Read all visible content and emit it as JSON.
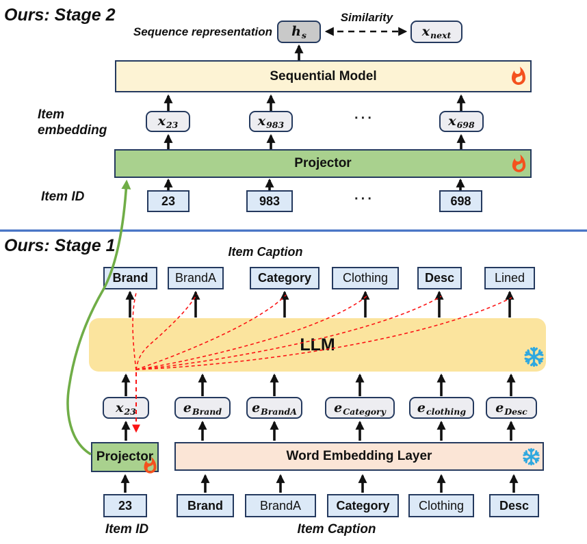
{
  "stage2": {
    "title": "Ours: Stage 2",
    "sequence_representation_label": "Sequence representation",
    "similarity_label": "Similarity",
    "hs": {
      "base": "h",
      "sub": "s"
    },
    "xnext": {
      "base": "x",
      "sub": "next"
    },
    "sequential_model": "Sequential Model",
    "projector": "Projector",
    "item_embedding_label_line1": "Item",
    "item_embedding_label_line2": "embedding",
    "item_id_label": "Item ID",
    "embeddings": [
      {
        "base": "x",
        "sub": "23"
      },
      {
        "base": "x",
        "sub": "983"
      },
      {
        "base": "x",
        "sub": "698"
      }
    ],
    "ids": [
      "23",
      "983",
      "698"
    ],
    "ellipsis": "···"
  },
  "stage1": {
    "title": "Ours: Stage 1",
    "item_caption_label_top": "Item Caption",
    "captions": [
      "Brand",
      "BrandA",
      "Category",
      "Clothing",
      "Desc",
      "Lined"
    ],
    "llm": "LLM",
    "embeddings": [
      {
        "base": "x",
        "sub": "23"
      },
      {
        "base": "e",
        "sub": "Brand"
      },
      {
        "base": "e",
        "sub": "BrandA"
      },
      {
        "base": "e",
        "sub": "Category"
      },
      {
        "base": "e",
        "sub": "clothing"
      },
      {
        "base": "e",
        "sub": "Desc"
      }
    ],
    "projector": "Projector",
    "word_embedding_layer": "Word Embedding Layer",
    "tokens": [
      "23",
      "Brand",
      "BrandA",
      "Category",
      "Clothing",
      "Desc"
    ],
    "item_id_label": "Item ID",
    "item_caption_label_bottom": "Item Caption"
  },
  "colors": {
    "ink": "#111111",
    "border": "#24395e",
    "boxBlue": "#dce9f7",
    "boxGray": "#ededf1",
    "hsGray": "#c9c9c9",
    "cream": "#fdf3d4",
    "green": "#a9d18e",
    "gold": "#fbe49e",
    "peach": "#fbe5d6",
    "divider": "#4472c4",
    "red": "#fb1414",
    "greenArrow": "#70ad47",
    "snow": "#2fa8df",
    "flame": "#f4511e"
  }
}
